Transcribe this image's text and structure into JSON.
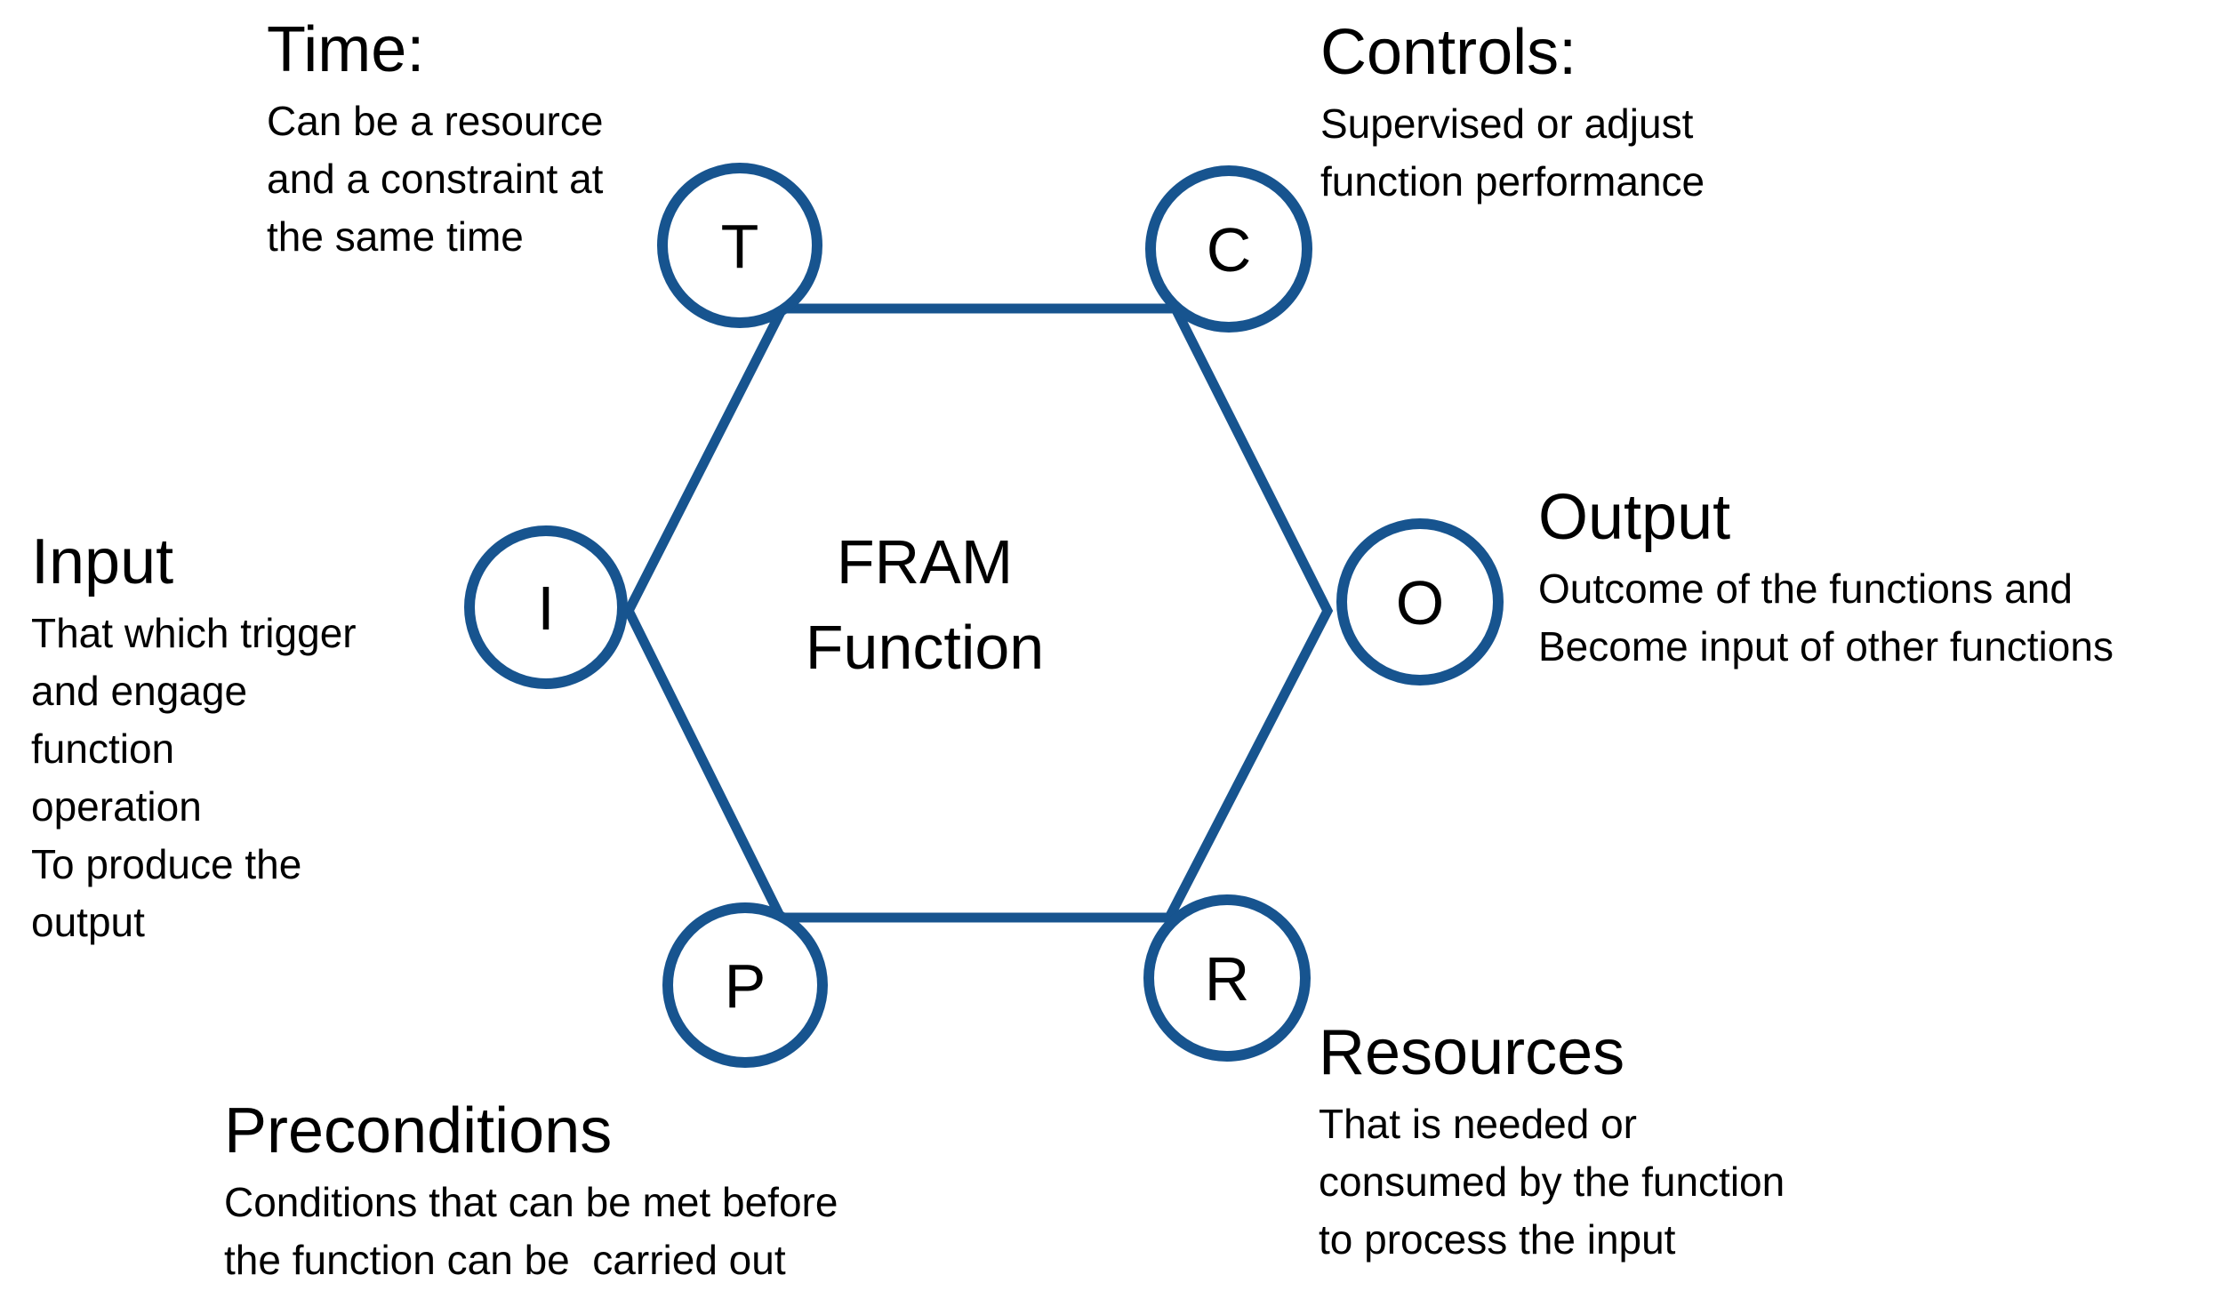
{
  "colors": {
    "accent": "#17548F",
    "text": "#000000"
  },
  "center": {
    "line1": "FRAM",
    "line2": "Function"
  },
  "nodes": {
    "time": {
      "letter": "T"
    },
    "controls": {
      "letter": "C"
    },
    "output": {
      "letter": "O"
    },
    "resources": {
      "letter": "R"
    },
    "preconditions": {
      "letter": "P"
    },
    "input": {
      "letter": "I"
    }
  },
  "blocks": {
    "time": {
      "heading": "Time:",
      "lines": [
        "Can be a resource",
        "and a constraint at",
        "the same time"
      ]
    },
    "controls": {
      "heading": "Controls:",
      "lines": [
        "Supervised or adjust",
        "function performance"
      ]
    },
    "output": {
      "heading": "Output",
      "lines": [
        "Outcome of the functions and",
        "Become input of other functions"
      ]
    },
    "input": {
      "heading": "Input",
      "lines": [
        "That which trigger",
        "and engage",
        "function",
        "operation",
        "To produce the",
        "output"
      ]
    },
    "preconditions": {
      "heading": "Preconditions",
      "lines": [
        "Conditions that can be met before",
        "the function can be  carried out"
      ]
    },
    "resources": {
      "heading": "Resources",
      "lines": [
        "That is needed or",
        "consumed by the function",
        "to process the input"
      ]
    }
  }
}
